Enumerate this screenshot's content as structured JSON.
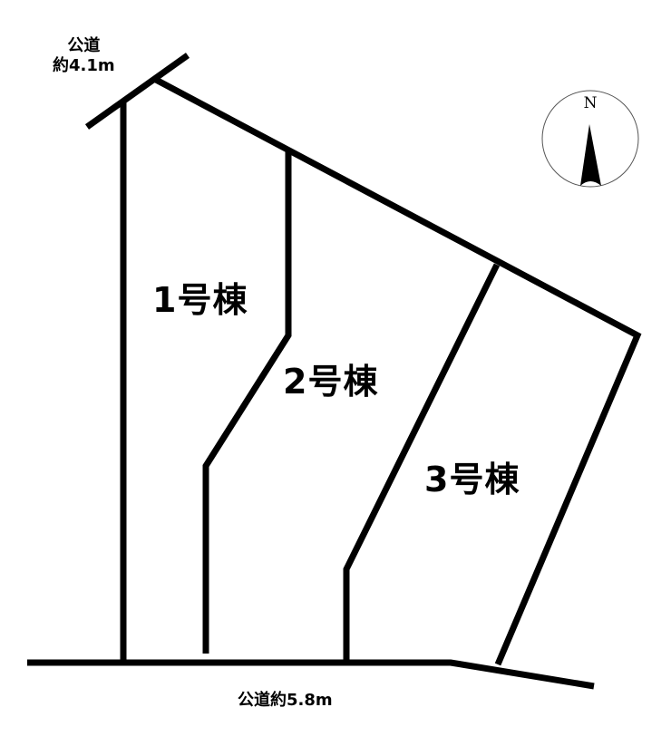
{
  "roads": {
    "top": {
      "line1": "公道",
      "line2": "約4.1m"
    },
    "bottom": {
      "label": "公道約5.8m"
    }
  },
  "lots": [
    {
      "label": "1号棟"
    },
    {
      "label": "2号棟"
    },
    {
      "label": "3号棟"
    }
  ],
  "compass": {
    "north_label": "N"
  },
  "colors": {
    "line": "#000000",
    "background": "#ffffff",
    "compass_outline": "#555555"
  }
}
